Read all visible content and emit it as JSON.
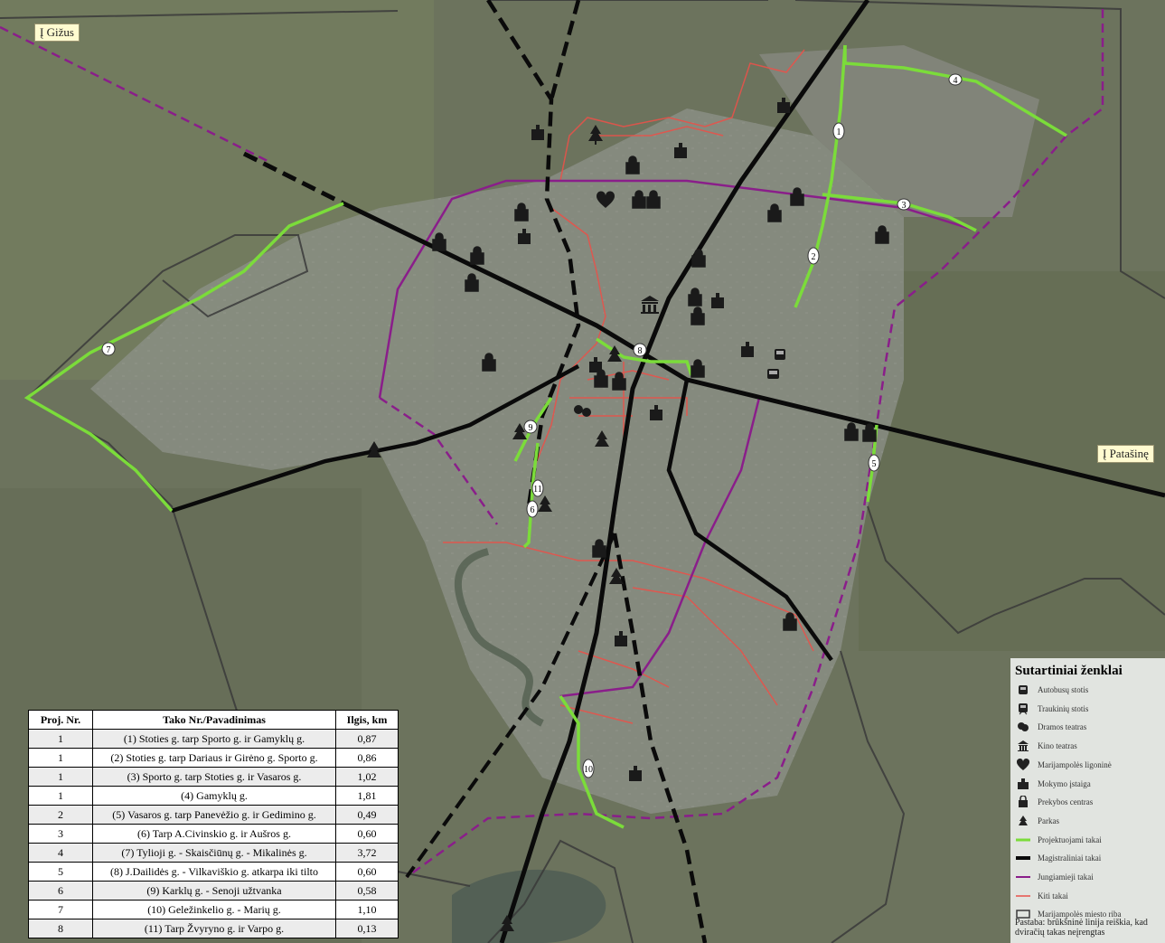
{
  "labels": {
    "gizus": "Į Gižus",
    "patasine": "Į Patašinę"
  },
  "colors": {
    "projected": "#7bdc3a",
    "main": "#0a0a0a",
    "connecting": "#8a1e8a",
    "other": "#e8524a",
    "city_border": "#3a3a3a"
  },
  "route_numbers": [
    "1",
    "2",
    "3",
    "4",
    "5",
    "6",
    "7",
    "8",
    "9",
    "10",
    "11"
  ],
  "table": {
    "headers": [
      "Proj. Nr.",
      "Tako Nr./Pavadinimas",
      "Ilgis, km"
    ],
    "rows": [
      {
        "proj": "1",
        "name": "(1) Stoties g. tarp Sporto g. ir Gamyklų g.",
        "length": "0,87"
      },
      {
        "proj": "1",
        "name": "(2) Stoties g. tarp Dariaus ir Girėno g. Sporto g.",
        "length": "0,86"
      },
      {
        "proj": "1",
        "name": "(3) Sporto g. tarp Stoties g. ir Vasaros g.",
        "length": "1,02"
      },
      {
        "proj": "1",
        "name": "(4) Gamyklų g.",
        "length": "1,81"
      },
      {
        "proj": "2",
        "name": "(5) Vasaros g. tarp Panevėžio g. ir Gedimino g.",
        "length": "0,49"
      },
      {
        "proj": "3",
        "name": "(6) Tarp A.Civinskio g. ir Aušros g.",
        "length": "0,60"
      },
      {
        "proj": "4",
        "name": "(7) Tylioji g. - Skaisčiūnų g. - Mikalinės g.",
        "length": "3,72"
      },
      {
        "proj": "5",
        "name": "(8) J.Dailidės g. - Vilkaviškio g. atkarpa iki tilto",
        "length": "0,60"
      },
      {
        "proj": "6",
        "name": "(9) Karklų g. - Senoji užtvanka",
        "length": "0,58"
      },
      {
        "proj": "7",
        "name": "(10) Geležinkelio g. - Marių g.",
        "length": "1,10"
      },
      {
        "proj": "8",
        "name": "(11) Tarp Žvyryno g. ir Varpo g.",
        "length": "0,13"
      }
    ]
  },
  "legend": {
    "title": "Sutartiniai ženklai",
    "items": [
      {
        "icon": "bus-icon",
        "label": "Autobusų stotis"
      },
      {
        "icon": "train-icon",
        "label": "Traukinių stotis"
      },
      {
        "icon": "theatre-masks-icon",
        "label": "Dramos teatras"
      },
      {
        "icon": "cinema-building-icon",
        "label": "Kino teatras"
      },
      {
        "icon": "hospital-heart-icon",
        "label": "Marijampolės ligoninė"
      },
      {
        "icon": "school-icon",
        "label": "Mokymo įstaiga"
      },
      {
        "icon": "shopping-bag-icon",
        "label": "Prekybos centras"
      },
      {
        "icon": "tree-icon",
        "label": "Parkas"
      },
      {
        "icon": "green-line-icon",
        "label": "Projektuojami takai"
      },
      {
        "icon": "black-line-icon",
        "label": "Magistraliniai takai"
      },
      {
        "icon": "purple-line-icon",
        "label": "Jungiamieji takai"
      },
      {
        "icon": "red-line-icon",
        "label": "Kiti takai"
      },
      {
        "icon": "border-box-icon",
        "label": "Marijampolės miesto riba"
      }
    ],
    "note": "Pastaba: brūkšninė linija reiškia, kad dviračių takas neįrengtas"
  }
}
